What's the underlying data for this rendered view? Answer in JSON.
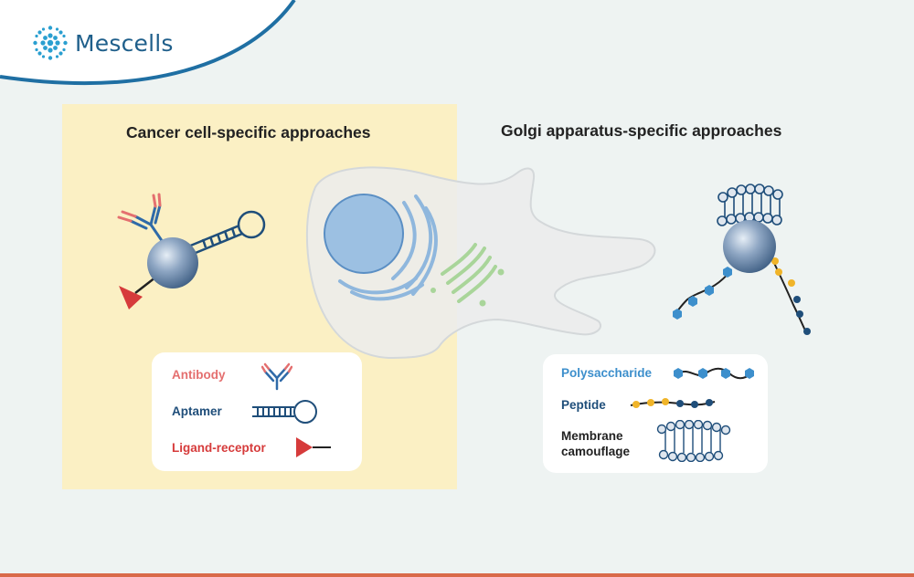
{
  "brand": {
    "name": "Mescells",
    "color": "#1f5f8b"
  },
  "left_section": {
    "title": "Cancer cell-specific approaches",
    "background": "#fbf0c4"
  },
  "right_section": {
    "title": "Golgi apparatus-specific approaches"
  },
  "legend_left": {
    "items": [
      {
        "label": "Antibody",
        "color": "#e46f6f",
        "icon": "antibody-icon"
      },
      {
        "label": "Aptamer",
        "color": "#1f4e7a",
        "icon": "aptamer-icon"
      },
      {
        "label": "Ligand-receptor",
        "color": "#d63b3b",
        "icon": "ligand-receptor-icon"
      }
    ]
  },
  "legend_right": {
    "items": [
      {
        "label": "Polysaccharide",
        "color": "#3d8fcc",
        "icon": "polysaccharide-icon"
      },
      {
        "label": "Peptide",
        "color": "#1f4e7a",
        "icon": "peptide-icon"
      },
      {
        "label": "Membrane",
        "label2": "camouflage",
        "color": "#222222",
        "icon": "membrane-camouflage-icon"
      }
    ]
  }
}
